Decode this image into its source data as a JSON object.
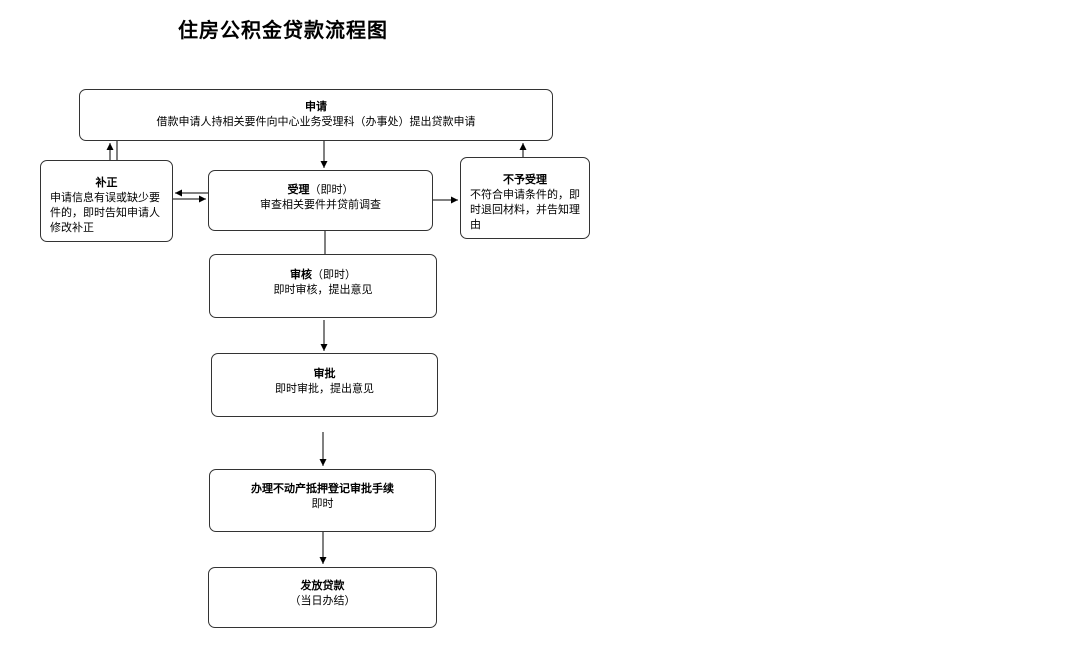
{
  "title": "住房公积金贷款流程图",
  "nodes": {
    "apply": {
      "title": "申请",
      "text": "借款申请人持相关要件向中心业务受理科（办事处）提出贷款申请"
    },
    "supplement": {
      "title": "补正",
      "text": "申请信息有误或缺少要件的，即时告知申请人修改补正"
    },
    "accept": {
      "title": "受理",
      "title_suffix": "（即时）",
      "text": "审查相关要件并贷前调查"
    },
    "reject": {
      "title": "不予受理",
      "text": "不符合申请条件的，即时退回材料，并告知理由"
    },
    "review": {
      "title": "审核",
      "title_suffix": "（即时）",
      "text": "即时审核，提出意见"
    },
    "approve": {
      "title": "审批",
      "text": "即时审批，提出意见"
    },
    "mortgage": {
      "title": "办理不动产抵押登记审批手续",
      "text": "即时"
    },
    "disburse": {
      "title": "发放贷款",
      "text": "（当日办结）"
    }
  },
  "colors": {
    "border": "#333333",
    "arrow": "#000000",
    "background": "#ffffff"
  }
}
